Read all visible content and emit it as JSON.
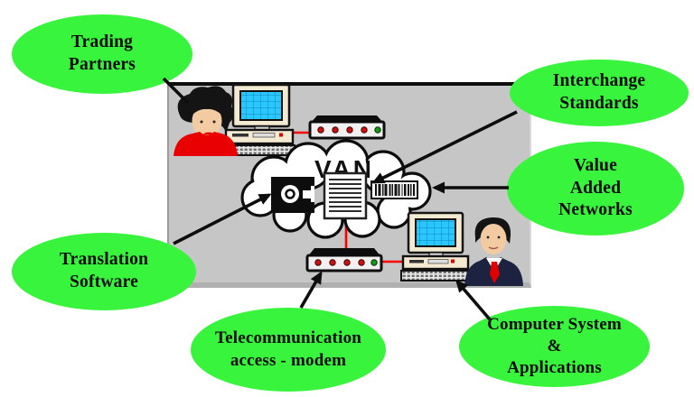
{
  "slide": {
    "background_color": "#ffffff",
    "panel_color": "#c6c6c6",
    "bubble_color": "#38f43c",
    "cable_color": "#ff0000",
    "connector_color": "#0d0d0d",
    "screen_color": "#29c7fb"
  },
  "cloud": {
    "label": "VAN"
  },
  "bubbles": [
    {
      "id": "trading-partners",
      "label": "Trading\nPartners"
    },
    {
      "id": "interchange-standards",
      "label": "Interchange\nStandards"
    },
    {
      "id": "value-added-networks",
      "label": "Value\nAdded\nNetworks"
    },
    {
      "id": "translation-software",
      "label": "Translation\nSoftware"
    },
    {
      "id": "telecommunication-access",
      "label": "Telecommunication\naccess - modem"
    },
    {
      "id": "computer-system-applications",
      "label": "Computer System\n&\nApplications"
    }
  ],
  "icons": [
    "user-woman-icon",
    "workstation-icon",
    "modem-icon",
    "van-cloud-icon",
    "floppy-disk-icon",
    "edi-document-icon",
    "barcode-icon",
    "user-man-icon"
  ]
}
